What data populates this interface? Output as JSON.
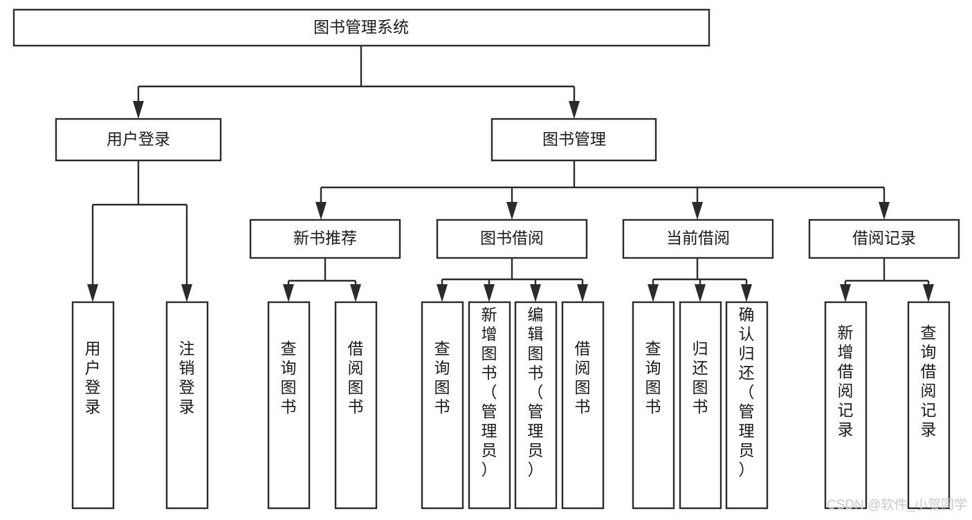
{
  "diagram": {
    "type": "hierarchy-tree",
    "title": "图书管理系统",
    "orientation": "top-down",
    "levels": 4,
    "root": {
      "id": "root",
      "label": "图书管理系统"
    },
    "level2": [
      {
        "id": "user-login",
        "label": "用户登录"
      },
      {
        "id": "book-management",
        "label": "图书管理"
      }
    ],
    "level3": [
      {
        "id": "new-book-recommend",
        "label": "新书推荐",
        "parent": "book-management"
      },
      {
        "id": "book-borrow",
        "label": "图书借阅",
        "parent": "book-management"
      },
      {
        "id": "current-borrow",
        "label": "当前借阅",
        "parent": "book-management"
      },
      {
        "id": "borrow-record",
        "label": "借阅记录",
        "parent": "book-management"
      }
    ],
    "leaves": {
      "user-login": [
        {
          "id": "leaf-user-login",
          "label": "用户登录"
        },
        {
          "id": "leaf-logout-login",
          "label": "注销登录"
        }
      ],
      "new-book-recommend": [
        {
          "id": "leaf-query-book-1",
          "label": "查询图书"
        },
        {
          "id": "leaf-borrow-book-1",
          "label": "借阅图书"
        }
      ],
      "book-borrow": [
        {
          "id": "leaf-query-book-2",
          "label": "查询图书"
        },
        {
          "id": "leaf-add-book",
          "label": "新增图书（管理员）"
        },
        {
          "id": "leaf-edit-book",
          "label": "编辑图书（管理员）"
        },
        {
          "id": "leaf-borrow-book-2",
          "label": "借阅图书"
        }
      ],
      "current-borrow": [
        {
          "id": "leaf-query-book-3",
          "label": "查询图书"
        },
        {
          "id": "leaf-return-book",
          "label": "归还图书"
        },
        {
          "id": "leaf-confirm-return",
          "label": "确认归还（管理员）"
        }
      ],
      "borrow-record": [
        {
          "id": "leaf-add-record",
          "label": "新增借阅记录"
        },
        {
          "id": "leaf-query-record",
          "label": "查询借阅记录"
        }
      ]
    }
  },
  "watermark": {
    "text": "CSDN @软件_小贺同学"
  },
  "colors": {
    "box_stroke": "#2b2b2b",
    "box_fill": "#ffffff",
    "text": "#1a1a1a",
    "background": "#ffffff",
    "watermark": "#c9c9c9"
  }
}
